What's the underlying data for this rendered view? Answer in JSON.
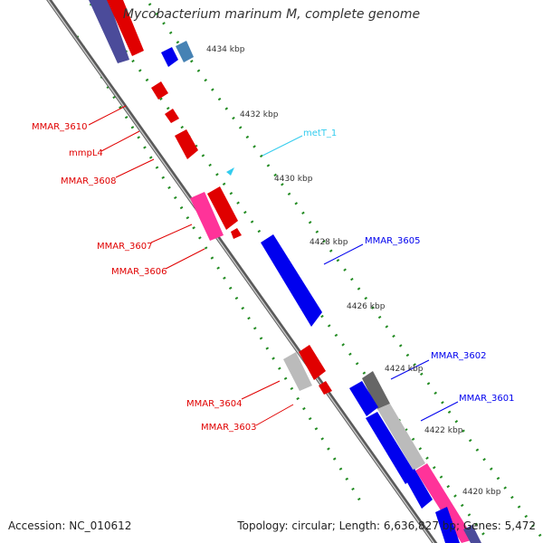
{
  "title": "Mycobacterium marinum M, complete genome",
  "footer": {
    "accession": "Accession: NC_010612",
    "summary": "Topology: circular; Length: 6,636,827 bp; Genes: 5,472"
  },
  "kbp_labels": [
    "4434 kbp",
    "4432 kbp",
    "4430 kbp",
    "4428 kbp",
    "4426 kbp",
    "4424 kbp",
    "4422 kbp",
    "4420 kbp"
  ],
  "gene_labels": {
    "mmar_3610": "MMAR_3610",
    "mmpl4": "mmpL4",
    "mmar_3608": "MMAR_3608",
    "mmar_3607": "MMAR_3607",
    "mmar_3606": "MMAR_3606",
    "mmar_3604": "MMAR_3604",
    "mmar_3603": "MMAR_3603",
    "mett_1": "metT_1",
    "mmar_3605": "MMAR_3605",
    "mmar_3602": "MMAR_3602",
    "mmar_3601": "MMAR_3601"
  },
  "colors": {
    "reverse_strand": "#ff0000",
    "forward_strand": "#0000ee",
    "trna": "#33ccee",
    "tick": "#228b22",
    "backbone": "#888888",
    "pink": "#ff3399",
    "navy": "#4b4b9a",
    "gray": "#bbbbbb",
    "darkgray": "#666666",
    "steelblue": "#4682b4"
  }
}
